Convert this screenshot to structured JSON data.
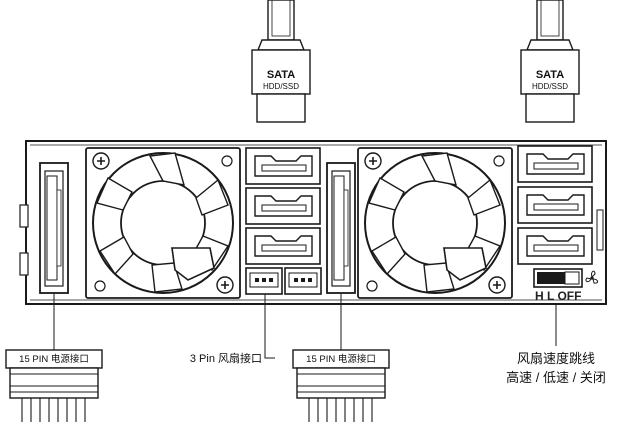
{
  "sata_cables": [
    {
      "title": "SATA",
      "subtitle": "HDD/SSD"
    },
    {
      "title": "SATA",
      "subtitle": "HDD/SSD"
    }
  ],
  "power_connectors": [
    {
      "label": "15 PIN 电源接口"
    },
    {
      "label": "15 PIN 电源接口"
    }
  ],
  "fan_header": {
    "label": "3 Pin 风扇接口"
  },
  "fan_switch": {
    "positions": "H L OFF",
    "callout_line1": "风扇速度跳线",
    "callout_line2": "高速 / 低速 / 关闭"
  }
}
